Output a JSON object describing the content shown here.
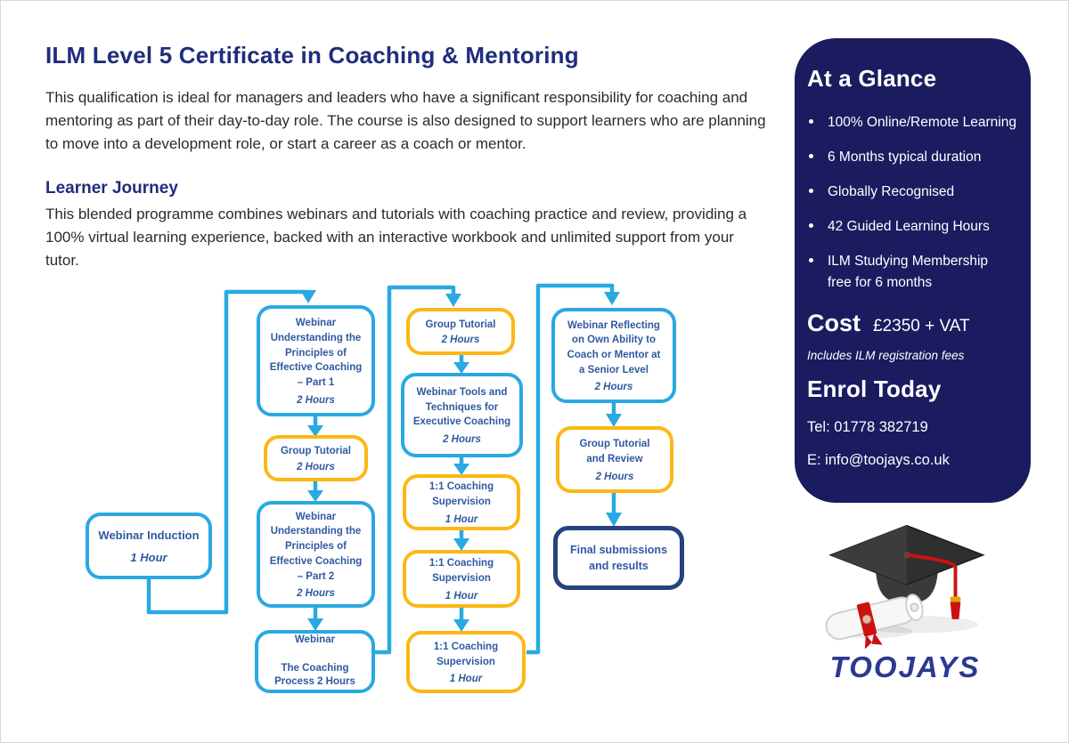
{
  "header": {
    "title": "ILM Level 5 Certificate in Coaching & Mentoring",
    "intro": "This qualification is ideal for managers and leaders who have a significant responsibility for coaching and mentoring as part of their day-to-day role. The course is also designed to support learners who are planning to move into a development role, or start a career as a coach or mentor."
  },
  "journey": {
    "heading": "Learner Journey",
    "description": "This blended programme combines webinars and tutorials with coaching practice and review, providing a 100% virtual learning experience, backed with an interactive workbook and unlimited support from your tutor."
  },
  "flow": {
    "boxes": {
      "induction": {
        "title": "Webinar Induction",
        "hours": "1 Hour"
      },
      "part1": {
        "title": "Webinar\nUnderstanding the\nPrinciples of\nEffective Coaching\n– Part 1",
        "hours": "2 Hours"
      },
      "gt2": {
        "title": "Group Tutorial",
        "hours": "2 Hours"
      },
      "part2": {
        "title": "Webinar\nUnderstanding the\nPrinciples of\nEffective Coaching\n– Part 2",
        "hours": "2 Hours"
      },
      "process": {
        "title": "Webinar\n\nThe Coaching\nProcess 2 Hours",
        "hours": ""
      },
      "gt3": {
        "title": "Group Tutorial",
        "hours": "2 Hours"
      },
      "tools": {
        "title": "Webinar Tools and\nTechniques for\nExecutive Coaching",
        "hours": "2 Hours"
      },
      "sup1": {
        "title": "1:1 Coaching\nSupervision",
        "hours": "1 Hour"
      },
      "sup2": {
        "title": "1:1 Coaching\nSupervision",
        "hours": "1 Hour"
      },
      "sup3": {
        "title": "1:1 Coaching\nSupervision",
        "hours": "1 Hour"
      },
      "reflect": {
        "title": "Webinar Reflecting\non Own Ability to\nCoach or Mentor at\na Senior Level",
        "hours": "2 Hours"
      },
      "gtreview": {
        "title": "Group Tutorial\nand Review",
        "hours": "2 Hours"
      },
      "final": {
        "title": "Final submissions\nand results",
        "hours": ""
      }
    }
  },
  "panel": {
    "heading": "At a Glance",
    "items": [
      "100% Online/Remote Learning",
      "6 Months typical duration",
      "Globally Recognised",
      "42 Guided Learning Hours",
      "ILM Studying Membership\nfree for 6 months"
    ],
    "cost_label": "Cost",
    "cost_value": "£2350 + VAT",
    "cost_note": "Includes ILM registration fees",
    "enrol_heading": "Enrol Today",
    "tel": "Tel: 01778 382719",
    "email": "E: info@toojays.co.uk"
  },
  "brand": {
    "logo": "TOOJAYS",
    "cap_icon": "graduation-cap-icon"
  },
  "colors": {
    "accent_cyan": "#29A9E1",
    "accent_gold": "#FDB714",
    "panel_navy": "#1B1B60",
    "heading_blue": "#1F2D7C",
    "box_text_blue": "#2F5AA0",
    "logo_blue": "#2B3990",
    "final_box_border": "#24437F",
    "tassel_red": "#CC1111"
  }
}
